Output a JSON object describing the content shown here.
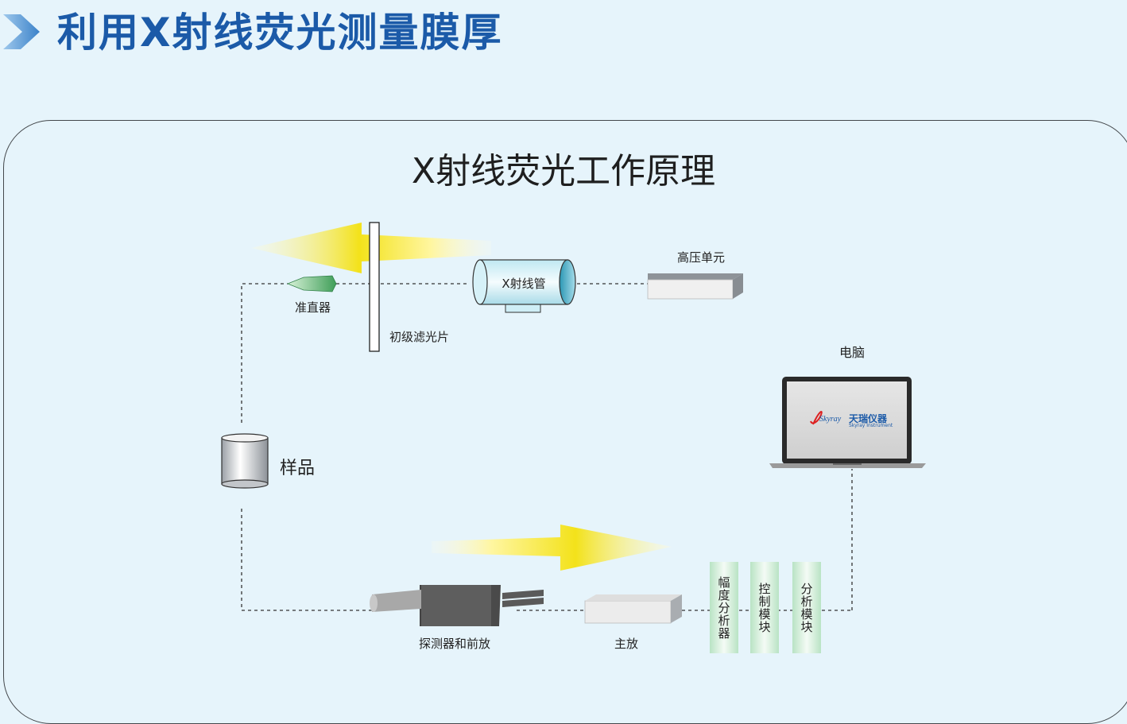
{
  "header": {
    "title": "利用X射线荧光测量膜厚",
    "accent_color": "#1b5aa8",
    "icon": "chevron-right-icon"
  },
  "diagram": {
    "title": "X射线荧光工作原理",
    "labels": {
      "high_voltage": "高压单元",
      "xray_tube": "X射线管",
      "collimator": "准直器",
      "primary_filter": "初级滤光片",
      "computer": "电脑",
      "sample": "样品",
      "detector": "探测器和前放",
      "main_amp": "主放",
      "amplitude_analyzer": "幅度分析器",
      "control_module": "控制模块",
      "analysis_module": "分析模块"
    },
    "screen_logo": {
      "mark": "Skyray",
      "brand": "天瑞仪器",
      "subtitle": "Skyray Instrument"
    }
  }
}
